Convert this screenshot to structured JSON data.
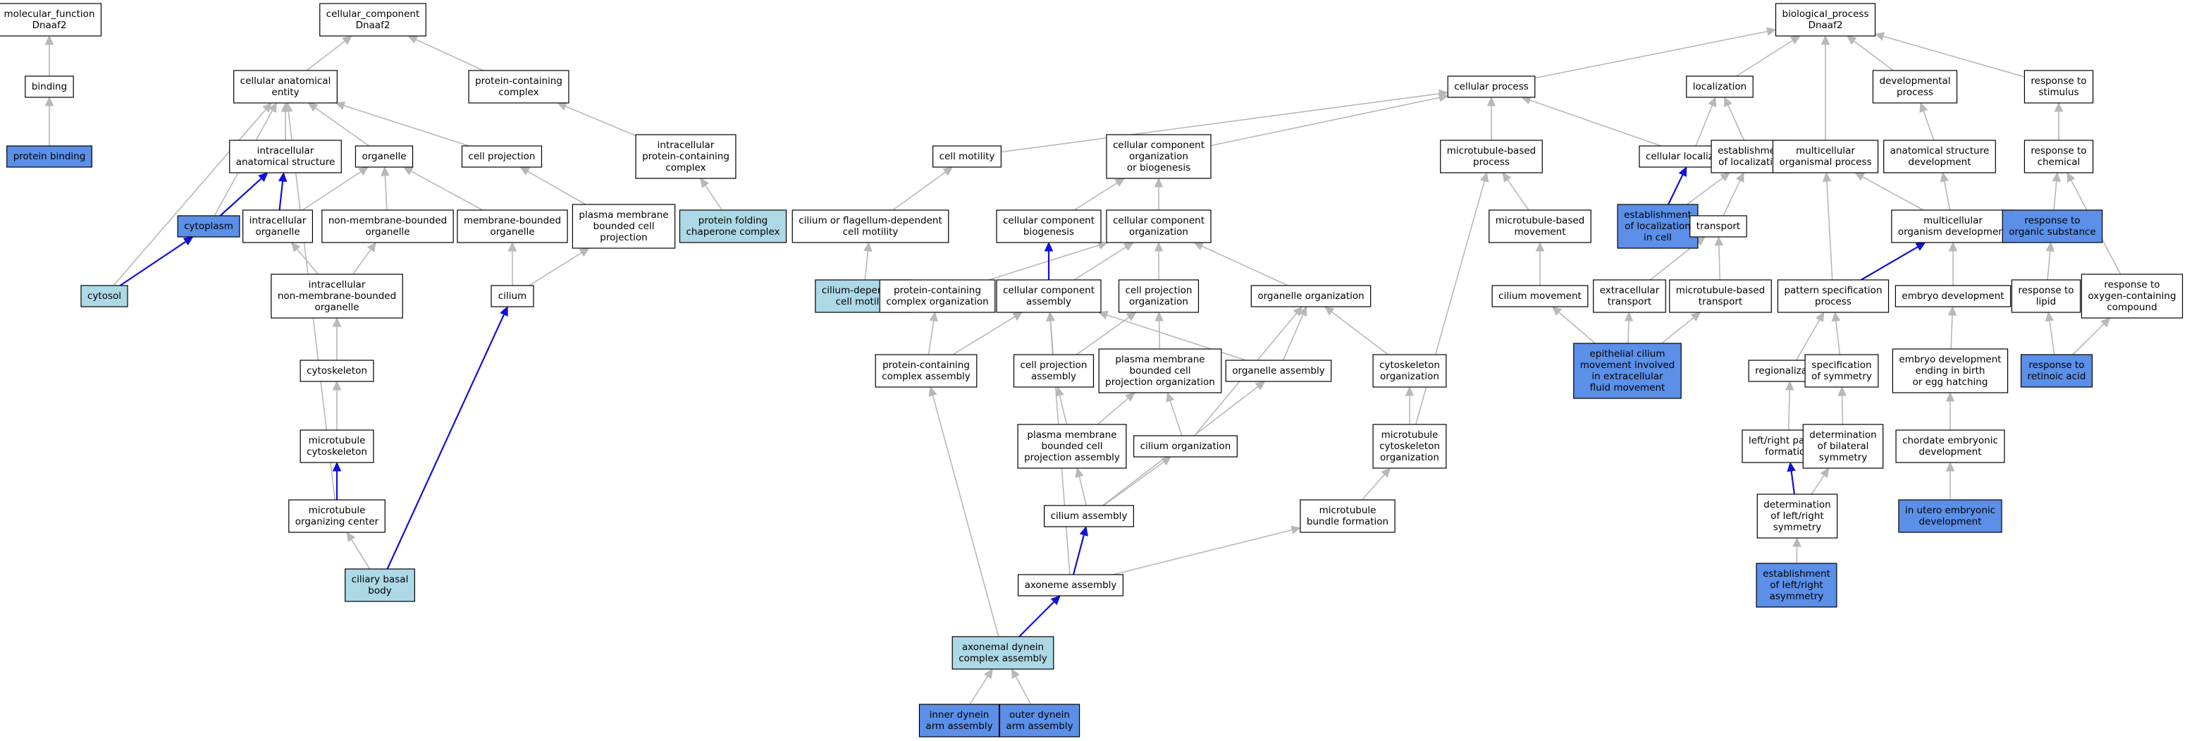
{
  "colors": {
    "plain": "#ffffff",
    "highlight": "#5b8fe8",
    "light": "#add8e6",
    "edge": "#b8b8b8",
    "edge_strong": "#1010d8"
  },
  "nodes": [
    {
      "id": "mf",
      "lines": [
        "molecular_function",
        "Dnaaf2"
      ],
      "style": "plain"
    },
    {
      "id": "binding",
      "lines": [
        "binding"
      ],
      "style": "plain"
    },
    {
      "id": "protbind",
      "lines": [
        "protein binding"
      ],
      "style": "highlight"
    },
    {
      "id": "cc",
      "lines": [
        "cellular_component",
        "Dnaaf2"
      ],
      "style": "plain"
    },
    {
      "id": "cae",
      "lines": [
        "cellular anatomical",
        "entity"
      ],
      "style": "plain"
    },
    {
      "id": "pcc",
      "lines": [
        "protein-containing",
        "complex"
      ],
      "style": "plain"
    },
    {
      "id": "ias",
      "lines": [
        "intracellular",
        "anatomical structure"
      ],
      "style": "plain"
    },
    {
      "id": "organelle",
      "lines": [
        "organelle"
      ],
      "style": "plain"
    },
    {
      "id": "cellproj",
      "lines": [
        "cell projection"
      ],
      "style": "plain"
    },
    {
      "id": "ipcc",
      "lines": [
        "intracellular",
        "protein-containing",
        "complex"
      ],
      "style": "plain"
    },
    {
      "id": "cytoplasm",
      "lines": [
        "cytoplasm"
      ],
      "style": "highlight"
    },
    {
      "id": "iorg",
      "lines": [
        "intracellular",
        "organelle"
      ],
      "style": "plain"
    },
    {
      "id": "nmbo",
      "lines": [
        "non-membrane-bounded",
        "organelle"
      ],
      "style": "plain"
    },
    {
      "id": "mbo",
      "lines": [
        "membrane-bounded",
        "organelle"
      ],
      "style": "plain"
    },
    {
      "id": "pmbcp",
      "lines": [
        "plasma membrane",
        "bounded cell",
        "projection"
      ],
      "style": "plain"
    },
    {
      "id": "pfcc",
      "lines": [
        "protein folding",
        "chaperone complex"
      ],
      "style": "light"
    },
    {
      "id": "cytosol",
      "lines": [
        "cytosol"
      ],
      "style": "light"
    },
    {
      "id": "inmbo",
      "lines": [
        "intracellular",
        "non-membrane-bounded",
        "organelle"
      ],
      "style": "plain"
    },
    {
      "id": "cilium",
      "lines": [
        "cilium"
      ],
      "style": "plain"
    },
    {
      "id": "cytoskel",
      "lines": [
        "cytoskeleton"
      ],
      "style": "plain"
    },
    {
      "id": "mtcyto",
      "lines": [
        "microtubule",
        "cytoskeleton"
      ],
      "style": "plain"
    },
    {
      "id": "mtoc",
      "lines": [
        "microtubule",
        "organizing center"
      ],
      "style": "plain"
    },
    {
      "id": "cbb",
      "lines": [
        "ciliary basal",
        "body"
      ],
      "style": "light"
    },
    {
      "id": "bp",
      "lines": [
        "biological_process",
        "Dnaaf2"
      ],
      "style": "plain"
    },
    {
      "id": "cellproc",
      "lines": [
        "cellular process"
      ],
      "style": "plain"
    },
    {
      "id": "localization",
      "lines": [
        "localization"
      ],
      "style": "plain"
    },
    {
      "id": "devproc",
      "lines": [
        "developmental",
        "process"
      ],
      "style": "plain"
    },
    {
      "id": "rstim",
      "lines": [
        "response to",
        "stimulus"
      ],
      "style": "plain"
    },
    {
      "id": "cellmot",
      "lines": [
        "cell motility"
      ],
      "style": "plain"
    },
    {
      "id": "ccob",
      "lines": [
        "cellular component",
        "organization",
        "or biogenesis"
      ],
      "style": "plain"
    },
    {
      "id": "mtbp",
      "lines": [
        "microtubule-based",
        "process"
      ],
      "style": "plain"
    },
    {
      "id": "cellloc",
      "lines": [
        "cellular localization"
      ],
      "style": "plain"
    },
    {
      "id": "estloc",
      "lines": [
        "establishment",
        "of localization"
      ],
      "style": "plain"
    },
    {
      "id": "mop",
      "lines": [
        "multicellular",
        "organismal process"
      ],
      "style": "plain"
    },
    {
      "id": "asd",
      "lines": [
        "anatomical structure",
        "development"
      ],
      "style": "plain"
    },
    {
      "id": "rchem",
      "lines": [
        "response to",
        "chemical"
      ],
      "style": "plain"
    },
    {
      "id": "cfdcm",
      "lines": [
        "cilium or flagellum-dependent",
        "cell motility"
      ],
      "style": "plain"
    },
    {
      "id": "ccbio",
      "lines": [
        "cellular component",
        "biogenesis"
      ],
      "style": "plain"
    },
    {
      "id": "ccorg",
      "lines": [
        "cellular component",
        "organization"
      ],
      "style": "plain"
    },
    {
      "id": "mtbm",
      "lines": [
        "microtubule-based",
        "movement"
      ],
      "style": "plain"
    },
    {
      "id": "eliic",
      "lines": [
        "establishment",
        "of localization",
        "in cell"
      ],
      "style": "highlight"
    },
    {
      "id": "transport",
      "lines": [
        "transport"
      ],
      "style": "plain"
    },
    {
      "id": "mod",
      "lines": [
        "multicellular",
        "organism development"
      ],
      "style": "plain"
    },
    {
      "id": "ros",
      "lines": [
        "response to",
        "organic substance"
      ],
      "style": "highlight"
    },
    {
      "id": "cdcm",
      "lines": [
        "cilium-dependent",
        "cell motility"
      ],
      "style": "light"
    },
    {
      "id": "pcco",
      "lines": [
        "protein-containing",
        "complex organization"
      ],
      "style": "plain"
    },
    {
      "id": "cca",
      "lines": [
        "cellular component",
        "assembly"
      ],
      "style": "plain"
    },
    {
      "id": "cpo",
      "lines": [
        "cell projection",
        "organization"
      ],
      "style": "plain"
    },
    {
      "id": "orgorg",
      "lines": [
        "organelle organization"
      ],
      "style": "plain"
    },
    {
      "id": "cilmov",
      "lines": [
        "cilium movement"
      ],
      "style": "plain"
    },
    {
      "id": "ectrans",
      "lines": [
        "extracellular",
        "transport"
      ],
      "style": "plain"
    },
    {
      "id": "mtbt",
      "lines": [
        "microtubule-based",
        "transport"
      ],
      "style": "plain"
    },
    {
      "id": "psp",
      "lines": [
        "pattern specification",
        "process"
      ],
      "style": "plain"
    },
    {
      "id": "embdev",
      "lines": [
        "embryo development"
      ],
      "style": "plain"
    },
    {
      "id": "rlipid",
      "lines": [
        "response to",
        "lipid"
      ],
      "style": "plain"
    },
    {
      "id": "rocc",
      "lines": [
        "response to",
        "oxygen-containing",
        "compound"
      ],
      "style": "plain"
    },
    {
      "id": "pcca",
      "lines": [
        "protein-containing",
        "complex assembly"
      ],
      "style": "plain"
    },
    {
      "id": "cpa",
      "lines": [
        "cell projection",
        "assembly"
      ],
      "style": "plain"
    },
    {
      "id": "pmbcpo",
      "lines": [
        "plasma membrane",
        "bounded cell",
        "projection organization"
      ],
      "style": "plain"
    },
    {
      "id": "orga",
      "lines": [
        "organelle assembly"
      ],
      "style": "plain"
    },
    {
      "id": "cso",
      "lines": [
        "cytoskeleton",
        "organization"
      ],
      "style": "plain"
    },
    {
      "id": "ecm",
      "lines": [
        "epithelial cilium",
        "movement involved",
        "in extracellular",
        "fluid movement"
      ],
      "style": "highlight"
    },
    {
      "id": "regional",
      "lines": [
        "regionalization"
      ],
      "style": "plain"
    },
    {
      "id": "specsym",
      "lines": [
        "specification",
        "of symmetry"
      ],
      "style": "plain"
    },
    {
      "id": "edebh",
      "lines": [
        "embryo development",
        "ending in birth",
        "or egg hatching"
      ],
      "style": "plain"
    },
    {
      "id": "rra",
      "lines": [
        "response to",
        "retinoic acid"
      ],
      "style": "highlight"
    },
    {
      "id": "pmbcpa",
      "lines": [
        "plasma membrane",
        "bounded cell",
        "projection assembly"
      ],
      "style": "plain"
    },
    {
      "id": "cilorg",
      "lines": [
        "cilium organization"
      ],
      "style": "plain"
    },
    {
      "id": "mtcso",
      "lines": [
        "microtubule",
        "cytoskeleton",
        "organization"
      ],
      "style": "plain"
    },
    {
      "id": "lrpf",
      "lines": [
        "left/right pattern",
        "formation"
      ],
      "style": "plain"
    },
    {
      "id": "dbs",
      "lines": [
        "determination",
        "of bilateral",
        "symmetry"
      ],
      "style": "plain"
    },
    {
      "id": "ced",
      "lines": [
        "chordate embryonic",
        "development"
      ],
      "style": "plain"
    },
    {
      "id": "cilasm",
      "lines": [
        "cilium assembly"
      ],
      "style": "plain"
    },
    {
      "id": "mtbf",
      "lines": [
        "microtubule",
        "bundle formation"
      ],
      "style": "plain"
    },
    {
      "id": "dlrs",
      "lines": [
        "determination",
        "of left/right",
        "symmetry"
      ],
      "style": "plain"
    },
    {
      "id": "iued",
      "lines": [
        "in utero embryonic",
        "development"
      ],
      "style": "highlight"
    },
    {
      "id": "axasm",
      "lines": [
        "axoneme assembly"
      ],
      "style": "plain"
    },
    {
      "id": "elra",
      "lines": [
        "establishment",
        "of left/right",
        "asymmetry"
      ],
      "style": "highlight"
    },
    {
      "id": "adca",
      "lines": [
        "axonemal dynein",
        "complex assembly"
      ],
      "style": "light"
    },
    {
      "id": "idaa",
      "lines": [
        "inner dynein",
        "arm assembly"
      ],
      "style": "highlight"
    },
    {
      "id": "odaa",
      "lines": [
        "outer dynein",
        "arm assembly"
      ],
      "style": "highlight"
    }
  ],
  "edges": [
    {
      "from": "binding",
      "to": "mf",
      "type": "grey"
    },
    {
      "from": "protbind",
      "to": "binding",
      "type": "grey"
    },
    {
      "from": "cae",
      "to": "cc",
      "type": "grey"
    },
    {
      "from": "pcc",
      "to": "cc",
      "type": "grey"
    },
    {
      "from": "ias",
      "to": "cae",
      "type": "grey"
    },
    {
      "from": "organelle",
      "to": "cae",
      "type": "grey"
    },
    {
      "from": "cellproj",
      "to": "cae",
      "type": "grey"
    },
    {
      "from": "ipcc",
      "to": "pcc",
      "type": "grey"
    },
    {
      "from": "cytoplasm",
      "to": "cae",
      "type": "grey"
    },
    {
      "from": "cytoplasm",
      "to": "ias",
      "type": "blue"
    },
    {
      "from": "iorg",
      "to": "ias",
      "type": "blue"
    },
    {
      "from": "iorg",
      "to": "organelle",
      "type": "grey"
    },
    {
      "from": "nmbo",
      "to": "organelle",
      "type": "grey"
    },
    {
      "from": "mbo",
      "to": "organelle",
      "type": "grey"
    },
    {
      "from": "pmbcp",
      "to": "cellproj",
      "type": "grey"
    },
    {
      "from": "pfcc",
      "to": "ipcc",
      "type": "grey"
    },
    {
      "from": "cytosol",
      "to": "cae",
      "type": "grey"
    },
    {
      "from": "cytosol",
      "to": "cytoplasm",
      "type": "blue"
    },
    {
      "from": "inmbo",
      "to": "iorg",
      "type": "grey"
    },
    {
      "from": "inmbo",
      "to": "nmbo",
      "type": "grey"
    },
    {
      "from": "cilium",
      "to": "mbo",
      "type": "grey"
    },
    {
      "from": "cilium",
      "to": "pmbcp",
      "type": "grey"
    },
    {
      "from": "cytoskel",
      "to": "inmbo",
      "type": "grey"
    },
    {
      "from": "mtcyto",
      "to": "cytoskel",
      "type": "grey"
    },
    {
      "from": "mtoc",
      "to": "mtcyto",
      "type": "blue"
    },
    {
      "from": "mtoc",
      "to": "cae",
      "type": "grey"
    },
    {
      "from": "cbb",
      "to": "mtoc",
      "type": "grey"
    },
    {
      "from": "cbb",
      "to": "cilium",
      "type": "blue"
    },
    {
      "from": "cellproc",
      "to": "bp",
      "type": "grey"
    },
    {
      "from": "localization",
      "to": "bp",
      "type": "grey"
    },
    {
      "from": "devproc",
      "to": "bp",
      "type": "grey"
    },
    {
      "from": "rstim",
      "to": "bp",
      "type": "grey"
    },
    {
      "from": "mop",
      "to": "bp",
      "type": "grey"
    },
    {
      "from": "cellmot",
      "to": "cellproc",
      "type": "grey"
    },
    {
      "from": "ccob",
      "to": "cellproc",
      "type": "grey"
    },
    {
      "from": "mtbp",
      "to": "cellproc",
      "type": "grey"
    },
    {
      "from": "cellloc",
      "to": "cellproc",
      "type": "grey"
    },
    {
      "from": "cellloc",
      "to": "localization",
      "type": "grey"
    },
    {
      "from": "estloc",
      "to": "localization",
      "type": "grey"
    },
    {
      "from": "asd",
      "to": "devproc",
      "type": "grey"
    },
    {
      "from": "rchem",
      "to": "rstim",
      "type": "grey"
    },
    {
      "from": "cfdcm",
      "to": "cellmot",
      "type": "grey"
    },
    {
      "from": "ccbio",
      "to": "ccob",
      "type": "grey"
    },
    {
      "from": "ccorg",
      "to": "ccob",
      "type": "grey"
    },
    {
      "from": "mtbm",
      "to": "mtbp",
      "type": "grey"
    },
    {
      "from": "eliic",
      "to": "cellloc",
      "type": "blue"
    },
    {
      "from": "eliic",
      "to": "estloc",
      "type": "grey"
    },
    {
      "from": "transport",
      "to": "estloc",
      "type": "grey"
    },
    {
      "from": "mod",
      "to": "mop",
      "type": "grey"
    },
    {
      "from": "mod",
      "to": "asd",
      "type": "grey"
    },
    {
      "from": "ros",
      "to": "rchem",
      "type": "grey"
    },
    {
      "from": "cdcm",
      "to": "cfdcm",
      "type": "grey"
    },
    {
      "from": "pcco",
      "to": "ccorg",
      "type": "grey"
    },
    {
      "from": "cca",
      "to": "ccbio",
      "type": "blue"
    },
    {
      "from": "cca",
      "to": "ccorg",
      "type": "grey"
    },
    {
      "from": "cpo",
      "to": "ccorg",
      "type": "grey"
    },
    {
      "from": "orgorg",
      "to": "ccorg",
      "type": "grey"
    },
    {
      "from": "cilmov",
      "to": "mtbm",
      "type": "grey"
    },
    {
      "from": "ectrans",
      "to": "transport",
      "type": "grey"
    },
    {
      "from": "mtbt",
      "to": "transport",
      "type": "grey"
    },
    {
      "from": "psp",
      "to": "mop",
      "type": "grey"
    },
    {
      "from": "psp",
      "to": "mod",
      "type": "blue"
    },
    {
      "from": "embdev",
      "to": "mod",
      "type": "grey"
    },
    {
      "from": "rlipid",
      "to": "ros",
      "type": "grey"
    },
    {
      "from": "rocc",
      "to": "rchem",
      "type": "grey"
    },
    {
      "from": "pcca",
      "to": "pcco",
      "type": "grey"
    },
    {
      "from": "pcca",
      "to": "cca",
      "type": "grey"
    },
    {
      "from": "cpa",
      "to": "cca",
      "type": "grey"
    },
    {
      "from": "cpa",
      "to": "cpo",
      "type": "grey"
    },
    {
      "from": "pmbcpo",
      "to": "cpo",
      "type": "grey"
    },
    {
      "from": "orga",
      "to": "cca",
      "type": "grey"
    },
    {
      "from": "orga",
      "to": "orgorg",
      "type": "grey"
    },
    {
      "from": "cso",
      "to": "orgorg",
      "type": "grey"
    },
    {
      "from": "ecm",
      "to": "cilmov",
      "type": "grey"
    },
    {
      "from": "ecm",
      "to": "ectrans",
      "type": "grey"
    },
    {
      "from": "ecm",
      "to": "mtbt",
      "type": "grey"
    },
    {
      "from": "regional",
      "to": "psp",
      "type": "grey"
    },
    {
      "from": "specsym",
      "to": "psp",
      "type": "grey"
    },
    {
      "from": "edebh",
      "to": "embdev",
      "type": "grey"
    },
    {
      "from": "rra",
      "to": "rlipid",
      "type": "grey"
    },
    {
      "from": "rra",
      "to": "rocc",
      "type": "grey"
    },
    {
      "from": "pmbcpa",
      "to": "cpa",
      "type": "grey"
    },
    {
      "from": "pmbcpa",
      "to": "pmbcpo",
      "type": "grey"
    },
    {
      "from": "cilorg",
      "to": "pmbcpo",
      "type": "grey"
    },
    {
      "from": "cilorg",
      "to": "orgorg",
      "type": "grey"
    },
    {
      "from": "mtcso",
      "to": "cso",
      "type": "grey"
    },
    {
      "from": "mtcso",
      "to": "mtbp",
      "type": "grey"
    },
    {
      "from": "lrpf",
      "to": "regional",
      "type": "grey"
    },
    {
      "from": "dbs",
      "to": "specsym",
      "type": "grey"
    },
    {
      "from": "ced",
      "to": "edebh",
      "type": "grey"
    },
    {
      "from": "cilasm",
      "to": "pmbcpa",
      "type": "grey"
    },
    {
      "from": "cilasm",
      "to": "cilorg",
      "type": "grey"
    },
    {
      "from": "cilasm",
      "to": "orga",
      "type": "grey"
    },
    {
      "from": "mtbf",
      "to": "mtcso",
      "type": "grey"
    },
    {
      "from": "dlrs",
      "to": "lrpf",
      "type": "blue"
    },
    {
      "from": "dlrs",
      "to": "dbs",
      "type": "grey"
    },
    {
      "from": "iued",
      "to": "ced",
      "type": "grey"
    },
    {
      "from": "axasm",
      "to": "cilasm",
      "type": "blue"
    },
    {
      "from": "axasm",
      "to": "mtbf",
      "type": "grey"
    },
    {
      "from": "axasm",
      "to": "cca",
      "type": "grey"
    },
    {
      "from": "elra",
      "to": "dlrs",
      "type": "grey"
    },
    {
      "from": "adca",
      "to": "axasm",
      "type": "blue"
    },
    {
      "from": "adca",
      "to": "pcca",
      "type": "grey"
    },
    {
      "from": "idaa",
      "to": "adca",
      "type": "grey"
    },
    {
      "from": "odaa",
      "to": "adca",
      "type": "grey"
    }
  ]
}
